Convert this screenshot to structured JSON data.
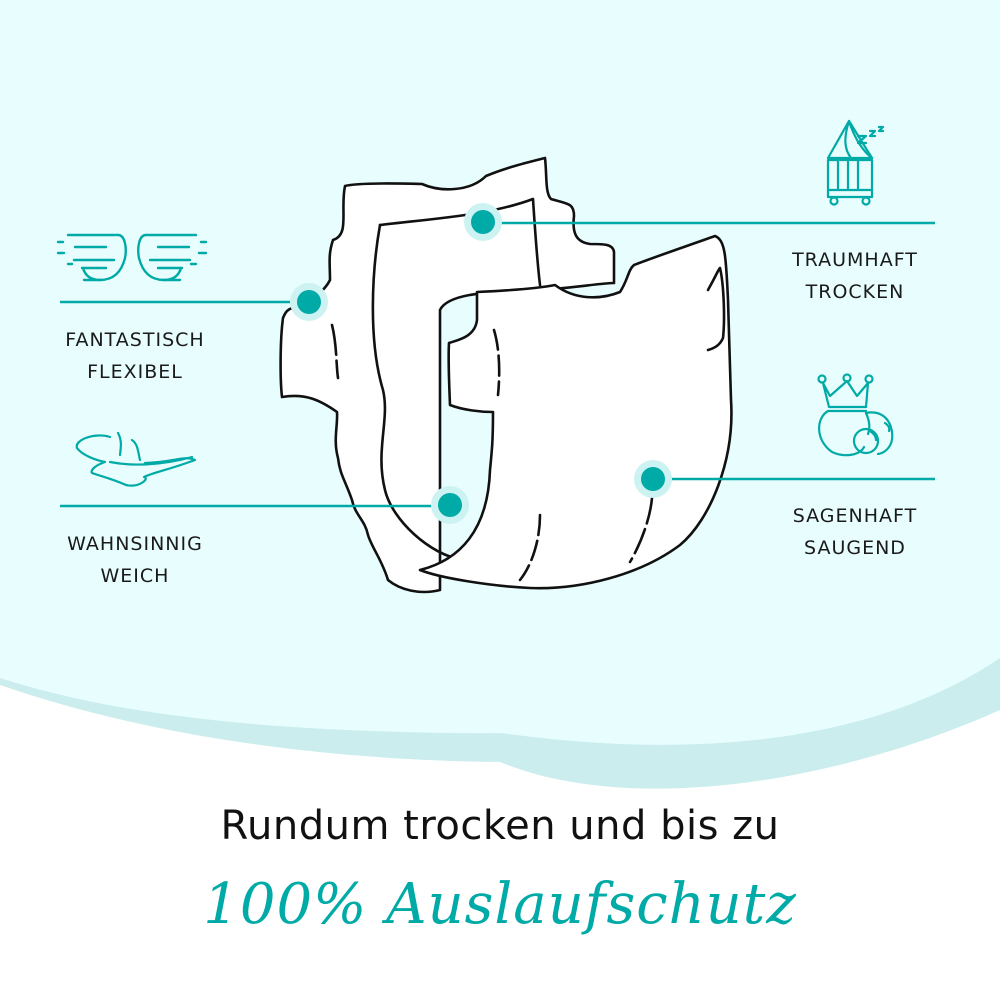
{
  "colors": {
    "background_top": "#e8fdfd",
    "wave_band": "#cbeded",
    "background_bottom": "#ffffff",
    "accent_teal": "#00aaa6",
    "hotspot_halo": "#cdf2f2",
    "outline": "#111111",
    "label_text": "#1a1a1a"
  },
  "features": [
    {
      "id": "flexibel",
      "icon": "wings-icon",
      "line1": "FANTASTISCH",
      "line2": "FLEXIBEL",
      "side": "left"
    },
    {
      "id": "weich",
      "icon": "feather-icon",
      "line1": "WAHNSINNIG",
      "line2": "WEICH",
      "side": "left"
    },
    {
      "id": "trocken",
      "icon": "sleeping-crib-icon",
      "line1": "TRAUMHAFT",
      "line2": "TROCKEN",
      "side": "right"
    },
    {
      "id": "saugend",
      "icon": "crowned-bottom-icon",
      "line1": "SAGENHAFT",
      "line2": "SAUGEND",
      "side": "right"
    }
  ],
  "headline": "Rundum trocken und bis zu",
  "tagline": "100% Auslaufschutz"
}
